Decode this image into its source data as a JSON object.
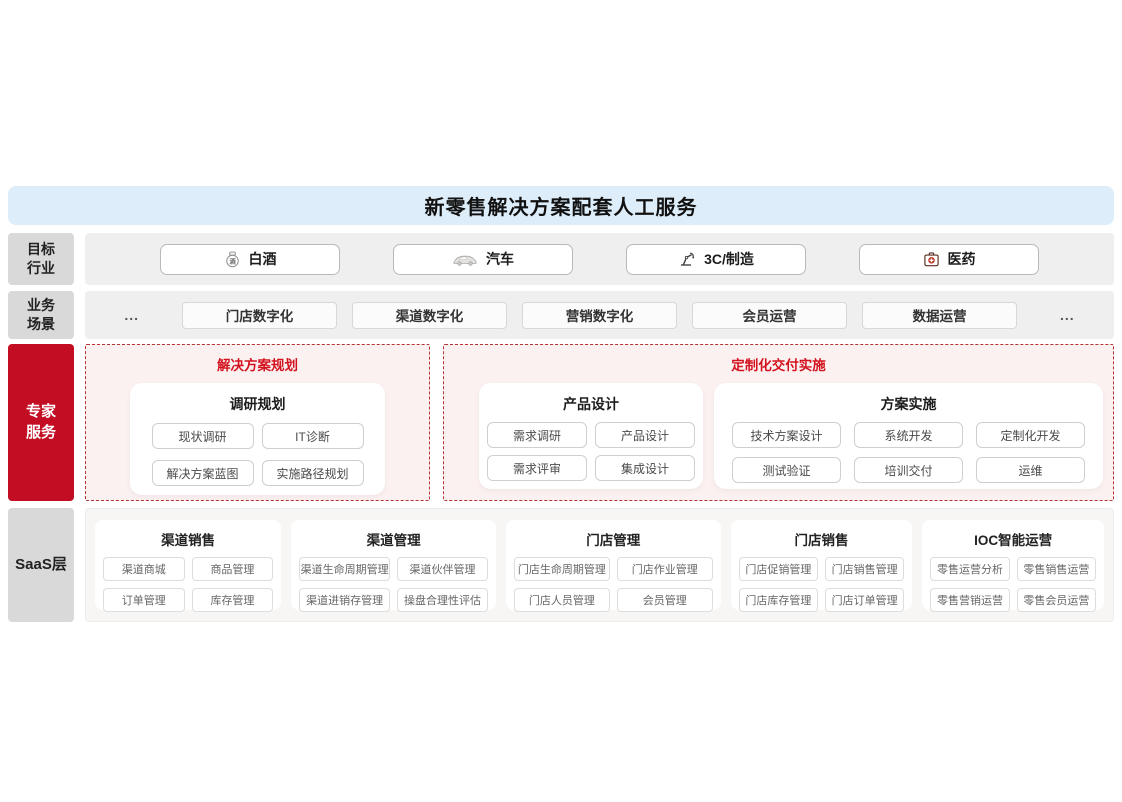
{
  "title": "新零售解决方案配套人工服务",
  "colors": {
    "title_bar_bg": "#ddedf9",
    "label_bg": "#d9d9d9",
    "row_bg": "#f0efef",
    "expert_red": "#c30d23",
    "section_title_red": "#d2131f",
    "dashed_border": "#b53333",
    "dashed_bg": "#fcf1f1",
    "medical_red": "#c0392b"
  },
  "target_industry": {
    "label_line1": "目标",
    "label_line2": "行业",
    "items": [
      {
        "label": "白酒",
        "icon": "liquor-jar-icon"
      },
      {
        "label": "汽车",
        "icon": "car-icon"
      },
      {
        "label": "3C/制造",
        "icon": "robot-arm-icon"
      },
      {
        "label": "医药",
        "icon": "medical-kit-icon"
      }
    ]
  },
  "business_scenarios": {
    "label_line1": "业务",
    "label_line2": "场景",
    "ellipsis_left": "...",
    "ellipsis_right": "...",
    "items": [
      {
        "label": "门店数字化"
      },
      {
        "label": "渠道数字化"
      },
      {
        "label": "营销数字化"
      },
      {
        "label": "会员运营"
      },
      {
        "label": "数据运营"
      }
    ]
  },
  "expert_services": {
    "label_line1": "专家",
    "label_line2": "服务",
    "planning": {
      "section_title": "解决方案规划",
      "card_title": "调研规划",
      "buttons": [
        {
          "label": "现状调研"
        },
        {
          "label": "IT诊断"
        },
        {
          "label": "解决方案蓝图"
        },
        {
          "label": "实施路径规划"
        }
      ]
    },
    "delivery": {
      "section_title": "定制化交付实施",
      "design_card": {
        "title": "产品设计",
        "buttons": [
          {
            "label": "需求调研"
          },
          {
            "label": "产品设计"
          },
          {
            "label": "需求评审"
          },
          {
            "label": "集成设计"
          }
        ]
      },
      "impl_card": {
        "title": "方案实施",
        "buttons": [
          {
            "label": "技术方案设计"
          },
          {
            "label": "系统开发"
          },
          {
            "label": "定制化开发"
          },
          {
            "label": "测试验证"
          },
          {
            "label": "培训交付"
          },
          {
            "label": "运维"
          }
        ]
      }
    }
  },
  "saas_layer": {
    "label": "SaaS层",
    "cards": [
      {
        "title": "渠道销售",
        "buttons": [
          {
            "label": "渠道商城"
          },
          {
            "label": "商品管理"
          },
          {
            "label": "订单管理"
          },
          {
            "label": "库存管理"
          }
        ]
      },
      {
        "title": "渠道管理",
        "buttons": [
          {
            "label": "渠道生命周期管理"
          },
          {
            "label": "渠道伙伴管理"
          },
          {
            "label": "渠道进销存管理"
          },
          {
            "label": "操盘合理性评估"
          }
        ]
      },
      {
        "title": "门店管理",
        "buttons": [
          {
            "label": "门店生命周期管理"
          },
          {
            "label": "门店作业管理"
          },
          {
            "label": "门店人员管理"
          },
          {
            "label": "会员管理"
          }
        ]
      },
      {
        "title": "门店销售",
        "buttons": [
          {
            "label": "门店促销管理"
          },
          {
            "label": "门店销售管理"
          },
          {
            "label": "门店库存管理"
          },
          {
            "label": "门店订单管理"
          }
        ]
      },
      {
        "title": "IOC智能运营",
        "buttons": [
          {
            "label": "零售运营分析"
          },
          {
            "label": "零售销售运营"
          },
          {
            "label": "零售营销运营"
          },
          {
            "label": "零售会员运营"
          }
        ]
      }
    ]
  }
}
